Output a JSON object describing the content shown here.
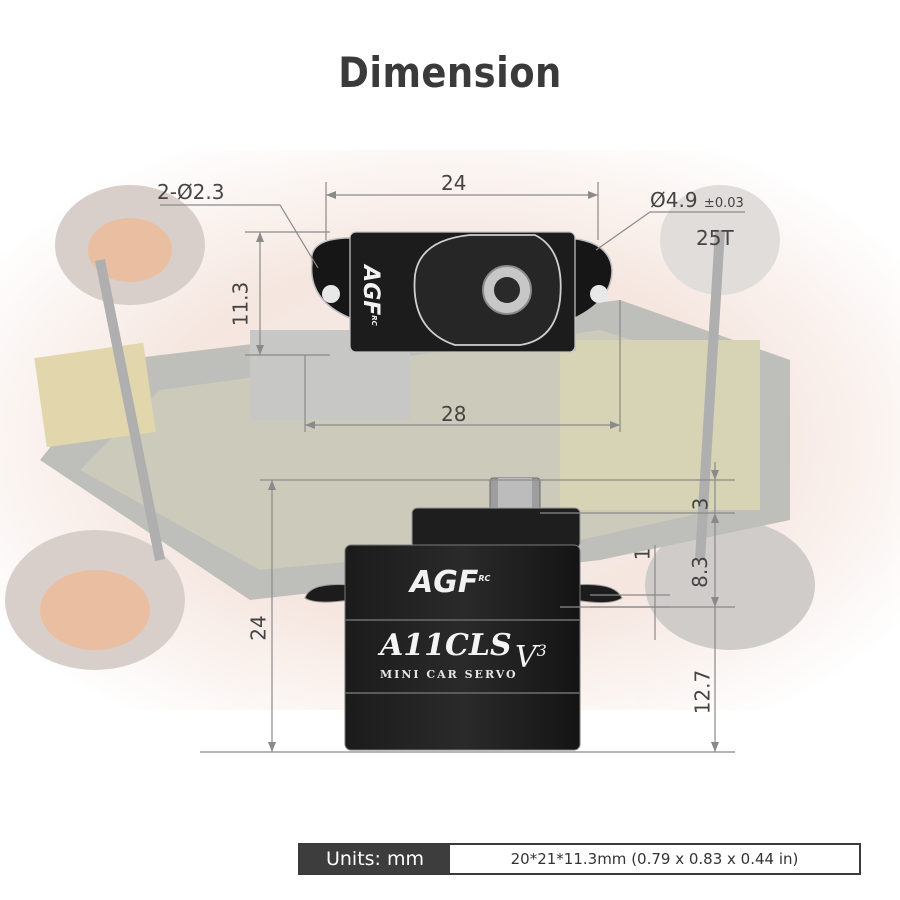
{
  "title": "Dimension",
  "brand_logo": "AGF",
  "brand_logo_sup": "RC",
  "model_logo": "A11CLS",
  "model_version": "V",
  "model_version_sup": "3",
  "model_subtitle": "MINI CAR SERVO",
  "dimensions": {
    "top_width": "24",
    "mount_holes": "2-Ø2.3",
    "spline_diameter": "Ø4.9",
    "spline_tolerance": "±0.03",
    "spline_teeth": "25T",
    "top_depth": "11.3",
    "tab_width": "28",
    "spline_height": "3",
    "tab_thickness": "1",
    "upper_height": "8.3",
    "total_height": "24",
    "lower_height": "12.7"
  },
  "units": {
    "label": "Units: mm",
    "value": "20*21*11.3mm (0.79 x 0.83 x 0.44 in)"
  }
}
